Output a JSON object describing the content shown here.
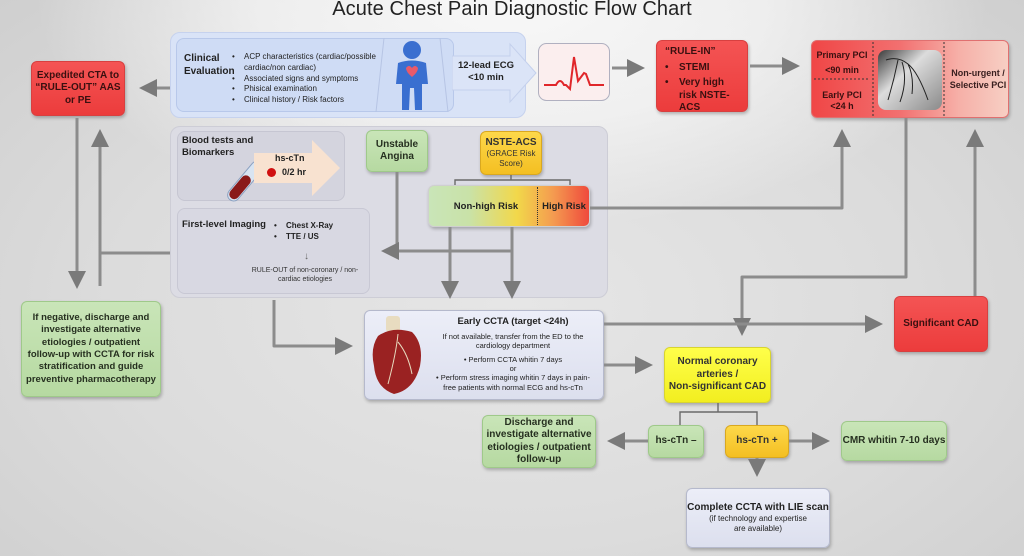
{
  "title": "Acute Chest Pain Diagnostic Flow Chart",
  "colors": {
    "red": "#ef4444",
    "green": "#bfe0ab",
    "yellow": "#f8f532",
    "amber": "#f9c832",
    "lavender": "#dde2f6",
    "connector": "#8a8a8a"
  },
  "expedited_cta": {
    "text": "Expedited CTA to “RULE-OUT” AAS or PE",
    "lines": [
      "Expedited CTA to",
      "“RULE-OUT” AAS",
      "or PE"
    ]
  },
  "clinical_evaluation": {
    "heading_lines": [
      "Clinical",
      "Evaluation"
    ],
    "items": [
      "ACP characteristics (cardiac/possible cardiac/non cardiac)",
      "Associated signs and symptoms",
      "Phisical examination",
      "Clinical history / Risk factors"
    ],
    "icon": "patient-chest-pain-icon"
  },
  "ecg": {
    "lines": [
      "12-lead ECG",
      "<10 min"
    ],
    "icon": "ecg-trace-icon"
  },
  "rule_in": {
    "heading": "“RULE-IN”",
    "items": [
      "STEMI",
      "Very high risk NSTE-ACS"
    ]
  },
  "pci": {
    "primary": [
      "Primary PCI",
      "<90 min"
    ],
    "early": [
      "Early PCI",
      "<24 h"
    ],
    "nonurgent": [
      "Non-urgent /",
      "Selective PCI"
    ],
    "image": "coronary-angiogram-image"
  },
  "blood_tests": {
    "heading_lines": [
      "Blood tests and",
      "Biomarkers"
    ],
    "marker": "hs-cTn",
    "timing": "0/2 hr",
    "icon": "blood-tube-icon"
  },
  "first_level_imaging": {
    "heading": "First-level Imaging",
    "items": [
      "Chest X-Ray",
      "TTE / US"
    ],
    "result_lines": [
      "RULE-OUT of non-coronary / non-",
      "cardiac etiologies"
    ]
  },
  "unstable_angina": {
    "lines": [
      "Unstable",
      "Angina"
    ]
  },
  "nste_acs": {
    "heading": "NSTE-ACS",
    "sub_lines": [
      "(GRACE Risk",
      "Score)"
    ]
  },
  "risk": {
    "non_high": "Non-high Risk",
    "high": "High Risk"
  },
  "negative_discharge": {
    "lines": [
      "If negative, discharge and",
      "investigate alternative",
      "etiologies / outpatient",
      "follow-up with CCTA for risk",
      "stratification and guide",
      "preventive pharmacotherapy"
    ]
  },
  "early_ccta": {
    "heading": "Early CCTA (target <24h)",
    "note_lines": [
      "If not available, transfer from the ED to the",
      "cardiology department"
    ],
    "option1": "Perform CCTA whitin 7 days",
    "or": "or",
    "option2_lines": [
      "Perform stress imaging whitin 7 days in pain-",
      "free patients with normal ECG and hs-cTn"
    ],
    "image": "heart-anatomy-image"
  },
  "significant_cad": {
    "text": "Significant CAD"
  },
  "normal_coronary": {
    "lines": [
      "Normal coronary",
      "arteries /",
      "Non-significant CAD"
    ]
  },
  "hs_ctn_neg": {
    "text": "hs-cTn –"
  },
  "hs_ctn_pos": {
    "text": "hs-cTn +"
  },
  "discharge": {
    "lines": [
      "Discharge and",
      "investigate alternative",
      "etiologies / outpatient",
      "follow-up"
    ]
  },
  "cmr": {
    "text": "CMR whitin 7-10 days"
  },
  "complete_ccta": {
    "heading": "Complete CCTA with LIE scan",
    "sub_lines": [
      "(if technology and expertise",
      "are available)"
    ]
  }
}
